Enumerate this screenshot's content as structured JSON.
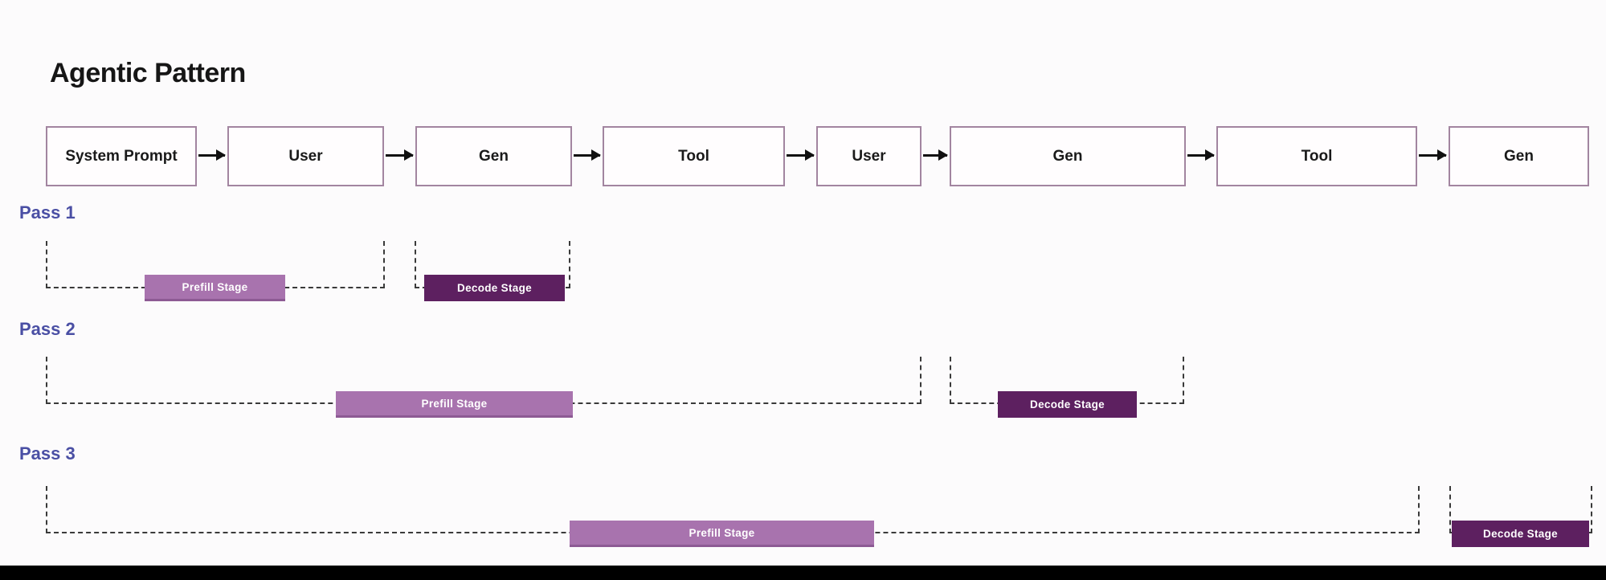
{
  "title": "Agentic Pattern",
  "flow": {
    "boxes": [
      {
        "label": "System Prompt"
      },
      {
        "label": "User"
      },
      {
        "label": "Gen"
      },
      {
        "label": "Tool"
      },
      {
        "label": "User"
      },
      {
        "label": "Gen"
      },
      {
        "label": "Tool"
      },
      {
        "label": "Gen"
      }
    ]
  },
  "passes": [
    {
      "label": "Pass 1",
      "prefill": {
        "label": "Prefill Stage"
      },
      "decode": {
        "label": "Decode Stage"
      }
    },
    {
      "label": "Pass 2",
      "prefill": {
        "label": "Prefill Stage"
      },
      "decode": {
        "label": "Decode Stage"
      }
    },
    {
      "label": "Pass 3",
      "prefill": {
        "label": "Prefill Stage"
      },
      "decode": {
        "label": "Decode Stage"
      }
    }
  ],
  "colors": {
    "prefill_bar": "#a873ae",
    "prefill_bar_edge": "#8d5a94",
    "decode_bar": "#5d2060",
    "box_border": "#a285a0",
    "pass_label": "#4a4fa4",
    "title": "#161616",
    "dash": "#3a3a3a",
    "background": "#fcfbfc",
    "bottom_band": "#000000"
  }
}
